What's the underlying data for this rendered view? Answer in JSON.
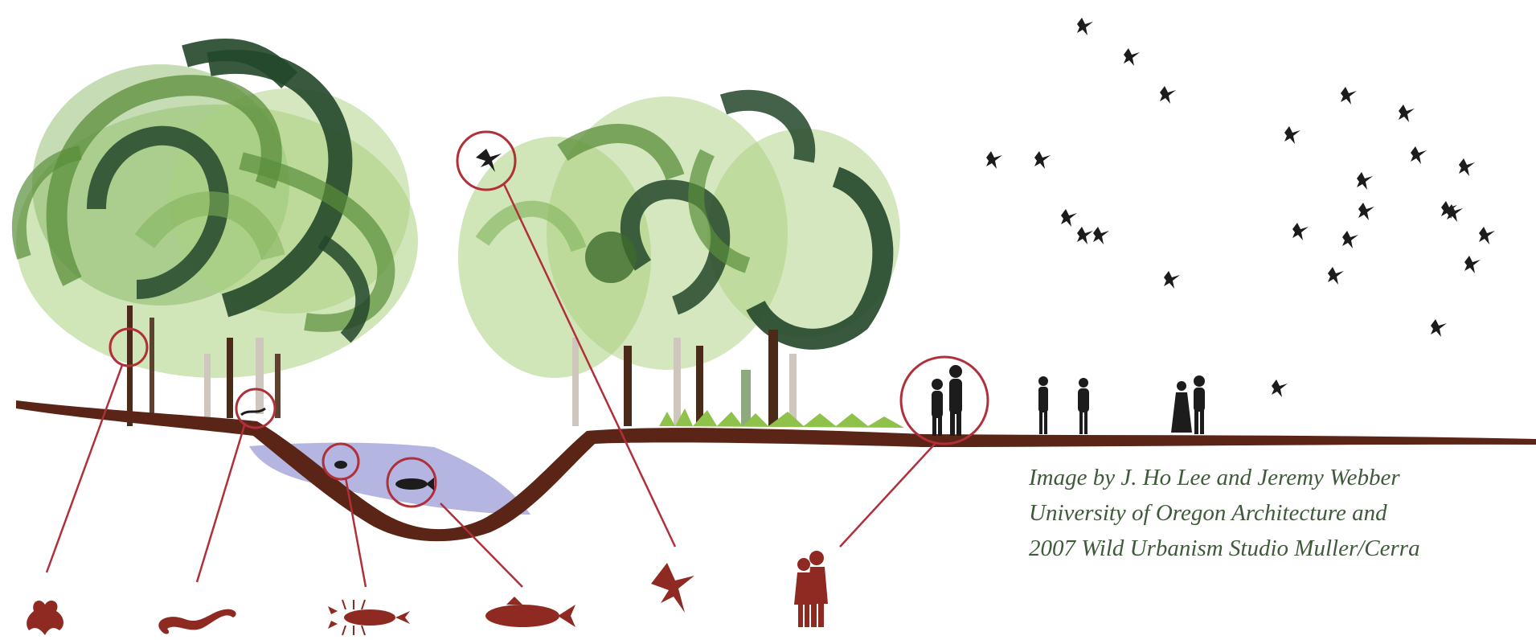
{
  "credit": {
    "line1": "Image by J. Ho Lee and Jeremy Webber",
    "line2": "University of Oregon Architecture and",
    "line3": "2007 Wild Urbanism Studio Muller/Cerra"
  },
  "colors": {
    "ground": "#5a2416",
    "water": "#8c8fd1",
    "callout": "#b0303a",
    "foliage_dark": "#23472a",
    "foliage_mid": "#5a8e3a",
    "foliage_light": "#a9cf7e",
    "species": "#8e2a22",
    "silhouette": "#1c1c1c",
    "credit_text": "#3f5a3a"
  },
  "species_icons": [
    "frog-icon",
    "snake-icon",
    "crayfish-icon",
    "salmon-icon",
    "hawk-icon",
    "people-icon"
  ]
}
